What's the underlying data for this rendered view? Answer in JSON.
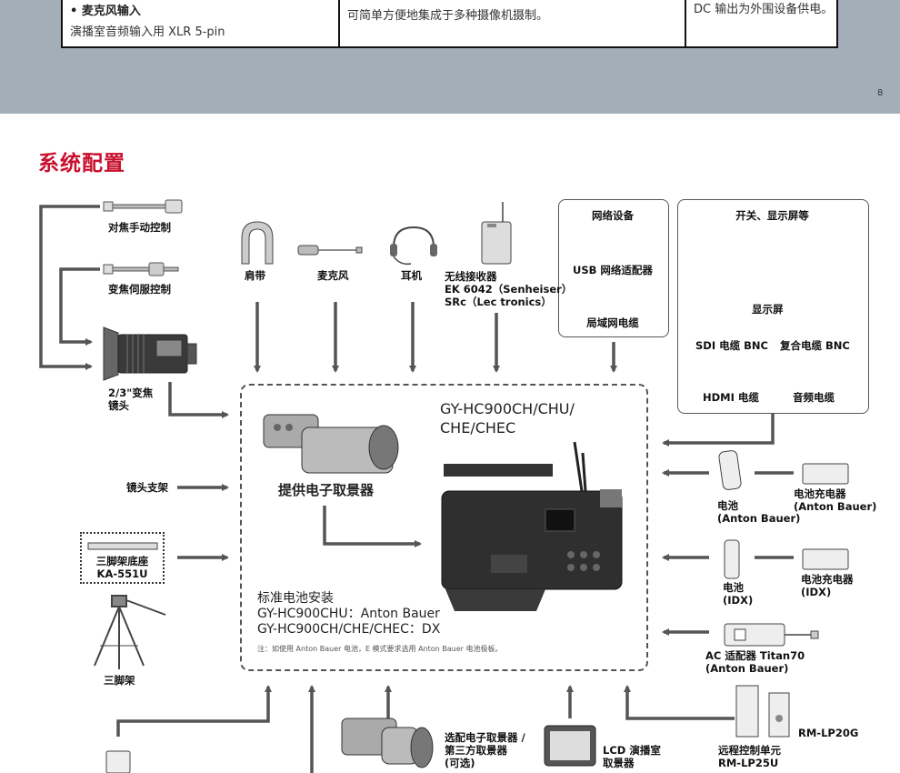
{
  "spec_table": {
    "mic_title": "• 麦克风输入",
    "mic_desc": "演播室音频输入用 XLR 5-pin",
    "middle_text": "可简单方便地集成于多种摄像机摄制。",
    "right_text": "DC 输出为外围设备供电。"
  },
  "page_number": "8",
  "section_title": "系统配置",
  "network_box": {
    "title": "网络设备",
    "usb_adapter": "USB 网络适配器",
    "lan_cable": "局域网电缆"
  },
  "display_box": {
    "title": "开关、显示屏等",
    "monitor": "显示屏",
    "sdi_cable": "SDI 电缆 BNC",
    "composite_cable": "复合电缆 BNC",
    "hdmi_cable": "HDMI 电缆",
    "audio_cable": "音频电缆"
  },
  "left_items": {
    "focus_control": "对焦手动控制",
    "zoom_servo": "变焦伺服控制",
    "lens_line1": "2/3\"变焦",
    "lens_line2": "镜头",
    "lens_support": "镜头支架",
    "tripod_base_line1": "三脚架底座",
    "tripod_base_line2": "KA-551U",
    "tripod": "三脚架"
  },
  "top_items": {
    "shoulder_strap": "肩带",
    "microphone": "麦克风",
    "headphones": "耳机",
    "wireless_line1": "无线接收器",
    "wireless_line2": "EK 6042（Senheiser）",
    "wireless_line3": "SRc（Lec tronics）"
  },
  "camera_box": {
    "model_line1": "GY-HC900CH/CHU/",
    "model_line2": "CHE/CHEC",
    "viewfinder": "提供电子取景器",
    "battery_title": "标准电池安装",
    "battery_line1": "GY-HC900CHU：Anton Bauer",
    "battery_line2": "GY-HC900CH/CHE/CHEC：DX",
    "note": "注：如使用 Anton Bauer 电池，E 模式要求选用 Anton Bauer 电池极板。"
  },
  "right_items": {
    "battery_ab_line1": "电池",
    "battery_ab_line2": "(Anton Bauer)",
    "charger_ab_line1": "电池充电器",
    "charger_ab_line2": "(Anton Bauer)",
    "battery_idx_line1": "电池",
    "battery_idx_line2": "(IDX)",
    "charger_idx_line1": "电池充电器",
    "charger_idx_line2": "(IDX)",
    "ac_adapter_line1": "AC 适配器 Titan70",
    "ac_adapter_line2": "(Anton Bauer)"
  },
  "bottom_items": {
    "optional_vf_line1": "选配电子取景器 /",
    "optional_vf_line2": "第三方取景器",
    "optional_vf_line3": "(可选)",
    "lcd_line1": "LCD 演播室",
    "lcd_line2": "取景器",
    "remote_line1": "远程控制单元",
    "remote_line2": "RM-LP25U",
    "rm_lp20g": "RM-LP20G"
  }
}
